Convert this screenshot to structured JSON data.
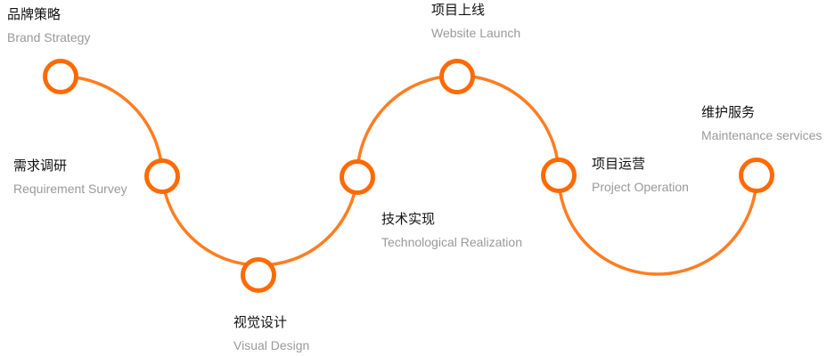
{
  "colors": {
    "node_stroke": "#ff6a00",
    "line_stroke": "#ff7d21",
    "title": "#111111",
    "subtitle": "#9a9a9a"
  },
  "steps": [
    {
      "zh": "品牌策略",
      "en": "Brand Strategy"
    },
    {
      "zh": "需求调研",
      "en": "Requirement Survey"
    },
    {
      "zh": "视觉设计",
      "en": "Visual Design"
    },
    {
      "zh": "技术实现",
      "en": "Technological Realization"
    },
    {
      "zh": "项目上线",
      "en": "Website Launch"
    },
    {
      "zh": "项目运营",
      "en": "Project Operation"
    },
    {
      "zh": "维护服务",
      "en": "Maintenance services"
    }
  ]
}
